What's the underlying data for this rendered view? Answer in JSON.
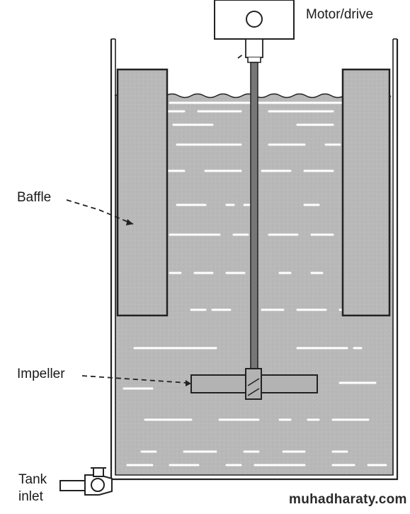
{
  "labels": {
    "motor": "Motor/drive",
    "baffle": "Baffle",
    "impeller": "Impeller",
    "tank_inlet_line1": "Tank",
    "tank_inlet_line2": "inlet"
  },
  "watermark": "muhadharaty.com",
  "colors": {
    "liquid": "#b9b9b9",
    "outline": "#222222",
    "streak": "#ffffff",
    "background": "#ffffff"
  }
}
